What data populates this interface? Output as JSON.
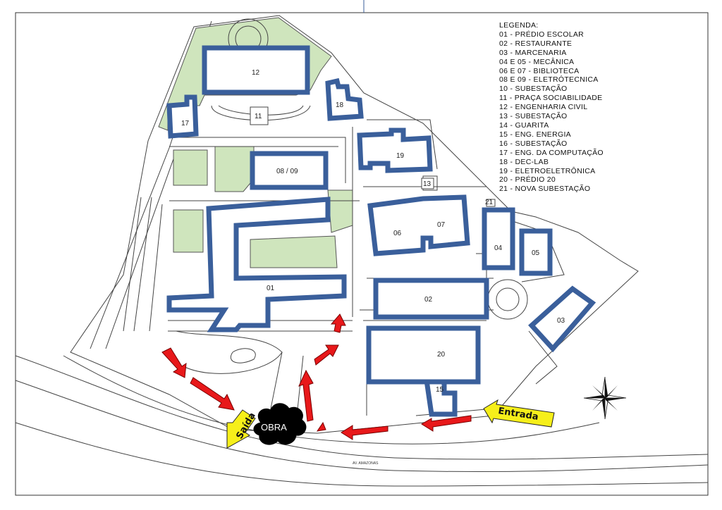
{
  "legend": {
    "title": "LEGENDA:",
    "items": [
      "01 - PRÉDIO ESCOLAR",
      "02 - RESTAURANTE",
      "03 - MARCENARIA",
      "04 E 05 - MECÂNICA",
      "06 E 07 - BIBLIOTECA",
      "08 E 09 - ELETRÓTECNICA",
      "10 - SUBESTAÇÃO",
      "11 - PRAÇA SOCIABILIDADE",
      "12 - ENGENHARIA CIVIL",
      "13 - SUBESTAÇÃO",
      "14 - GUARITA",
      "15 - ENG. ENERGIA",
      "16 - SUBESTAÇÃO",
      "17 - ENG. DA COMPUTAÇÃO",
      "18 - DEC-LAB",
      "19 - ELETROELETRÔNICA",
      "20 - PRÉDIO 20",
      "21 - NOVA SUBESTAÇÃO"
    ]
  },
  "buildings": {
    "b01": "01",
    "b02": "02",
    "b03": "03",
    "b04": "04",
    "b05": "05",
    "b06": "06",
    "b07": "07",
    "b0809": "08 / 09",
    "b11": "11",
    "b12": "12",
    "b13": "13",
    "b15": "15",
    "b17": "17",
    "b18": "18",
    "b19": "19",
    "b20": "20",
    "b21": "21"
  },
  "markers": {
    "obra": "OBRA",
    "saida": "Saída",
    "entrada": "Entrada",
    "road": "AV. AMAZONAS"
  },
  "colors": {
    "building_outline": "#3a5f9b",
    "route_arrow": "#e8181a",
    "entry_exit_arrow": "#f6ef1a",
    "green_area": "#cfe5bd",
    "obra_cloud": "#000000"
  }
}
